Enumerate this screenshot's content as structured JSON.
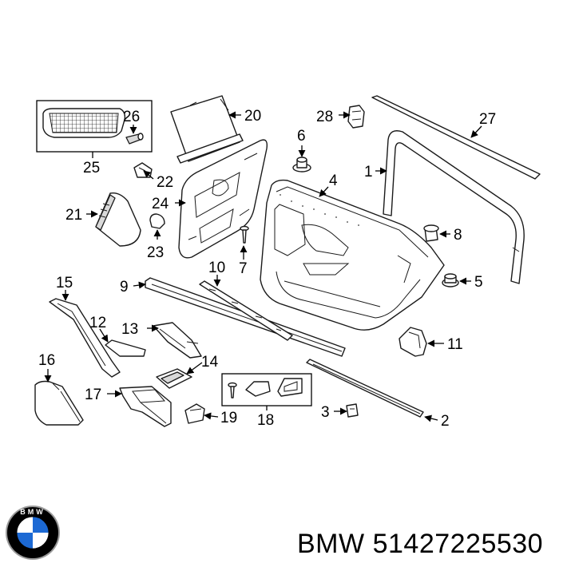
{
  "callouts": {
    "c1": "1",
    "c2": "2",
    "c3": "3",
    "c4": "4",
    "c5": "5",
    "c6": "6",
    "c7": "7",
    "c8": "8",
    "c9": "9",
    "c10": "10",
    "c11": "11",
    "c12": "12",
    "c13": "13",
    "c14": "14",
    "c15": "15",
    "c16": "16",
    "c17": "17",
    "c18": "18",
    "c19": "19",
    "c20": "20",
    "c21": "21",
    "c22": "22",
    "c23": "23",
    "c24": "24",
    "c25": "25",
    "c26": "26",
    "c27": "27",
    "c28": "28"
  },
  "caption": {
    "brand": "BMW",
    "part_number": "51427225530"
  },
  "logo": {
    "text": "BMW",
    "colors": {
      "blue": "#1c69d4",
      "white": "#ffffff",
      "ring": "#000000",
      "rim": "#9a9a9a"
    }
  }
}
